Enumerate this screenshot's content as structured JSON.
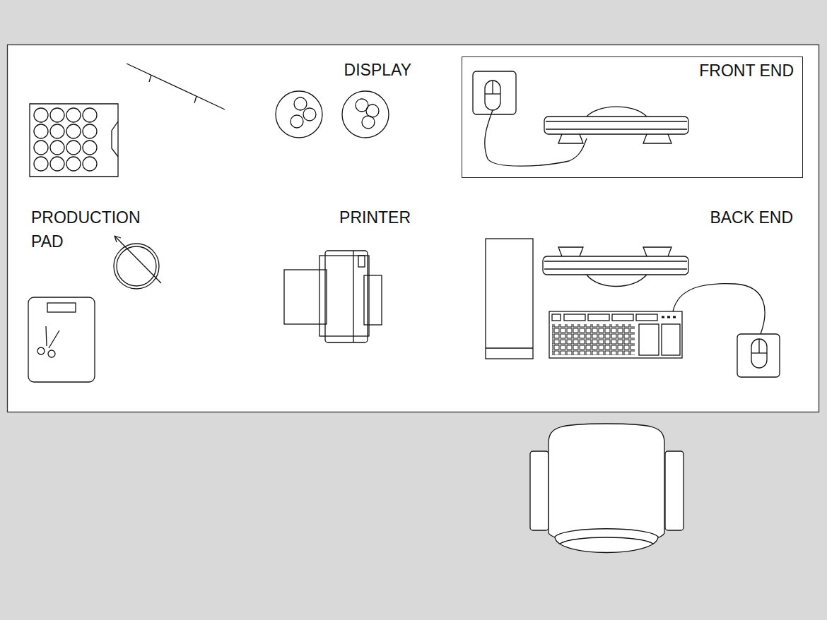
{
  "diagram": {
    "nodes": [
      {
        "text": [
          "FRONT END"
        ]
      }
    ],
    "labels": [
      "DISPLAY",
      "PRODUCTION PAD",
      "PRINTER",
      "BACK END"
    ]
  }
}
